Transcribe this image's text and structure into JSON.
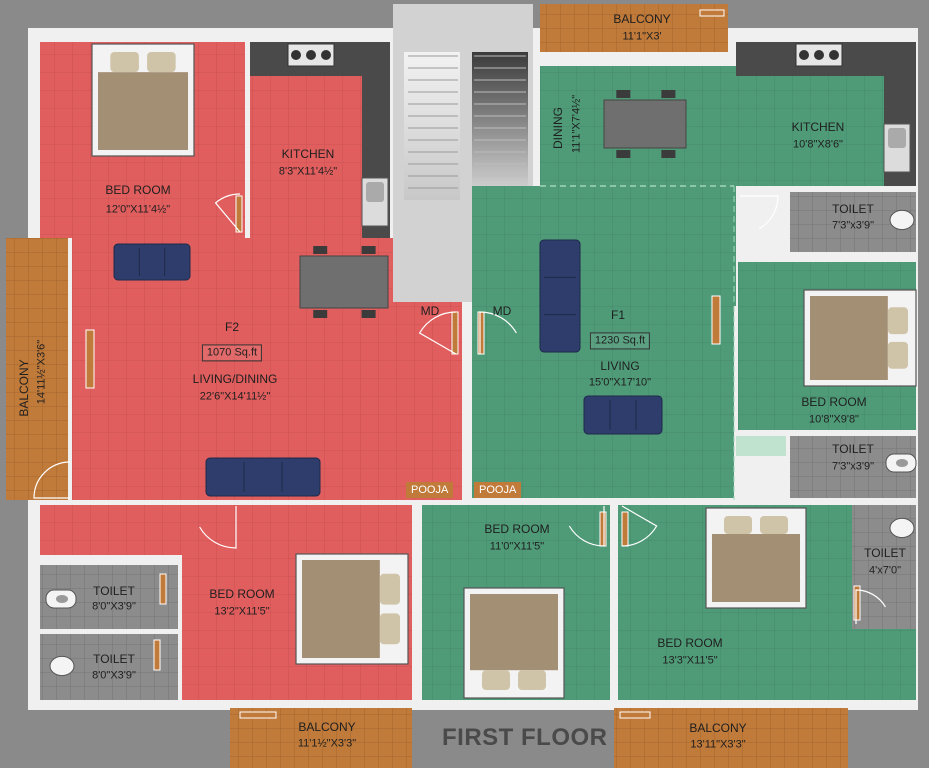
{
  "rooms": {
    "w_bed1": {
      "name": "BED ROOM",
      "size": "12'0\"X11'4½\""
    },
    "w_kitchen": {
      "name": "KITCHEN",
      "size": "8'3\"X11'4½\""
    },
    "w_living": {
      "name": "LIVING/DINING",
      "size": "22'6\"X14'11½\""
    },
    "w_balcony_left": {
      "name": "BALCONY",
      "size": "14'11½\"X3'6\""
    },
    "w_bed2": {
      "name": "BED ROOM",
      "size": "13'2\"X11'5\""
    },
    "w_toilet1": {
      "name": "TOILET",
      "size": "8'0\"X3'9\""
    },
    "w_toilet2": {
      "name": "TOILET",
      "size": "8'0\"X3'9\""
    },
    "w_balcony_bottom": {
      "name": "BALCONY",
      "size": "11'1½\"X3'3\""
    },
    "e_balcony_top": {
      "name": "BALCONY",
      "size": "11'1\"X3'"
    },
    "e_dining": {
      "name": "DINING",
      "size": "11'1\"X7'4½\""
    },
    "e_kitchen": {
      "name": "KITCHEN",
      "size": "10'8\"X8'6\""
    },
    "e_toilet1": {
      "name": "TOILET",
      "size": "7'3\"x3'9\""
    },
    "e_living": {
      "name": "LIVING",
      "size": "15'0\"X17'10\""
    },
    "e_bed1": {
      "name": "BED ROOM",
      "size": "10'8\"X9'8\""
    },
    "e_toilet2": {
      "name": "TOILET",
      "size": "7'3\"x3'9\""
    },
    "e_bed2": {
      "name": "BED ROOM",
      "size": "11'0\"X11'5\""
    },
    "e_bed3": {
      "name": "BED ROOM",
      "size": "13'3\"X11'5\""
    },
    "e_toilet3": {
      "name": "TOILET",
      "size": "4'x7'0\""
    },
    "e_balcony_bottom": {
      "name": "BALCONY",
      "size": "13'11\"X3'3\""
    }
  },
  "flats": {
    "f2": {
      "code": "F2",
      "area": "1070 Sq.ft"
    },
    "f1": {
      "code": "F1",
      "area": "1230 Sq.ft"
    }
  },
  "tags": {
    "md_left": "MD",
    "md_right": "MD",
    "pooja_left": "POOJA",
    "pooja_right": "POOJA"
  },
  "floor_title": "FIRST FLOOR",
  "colors": {
    "west_flat": "#e05e5e",
    "east_flat": "#4f9b78",
    "balcony": "#c07a3a",
    "toilet": "#8c8c8c",
    "stair": "#cfcfcf",
    "sofa": "#2e3d6b",
    "surround": "#8a8a8a",
    "kitchen_counter": "#4a4a4a"
  },
  "icons": [
    "bed-icon",
    "sofa-icon",
    "dining-table-icon",
    "stove-icon",
    "sink-icon",
    "wc-icon",
    "window-icon",
    "door-swing-icon"
  ]
}
